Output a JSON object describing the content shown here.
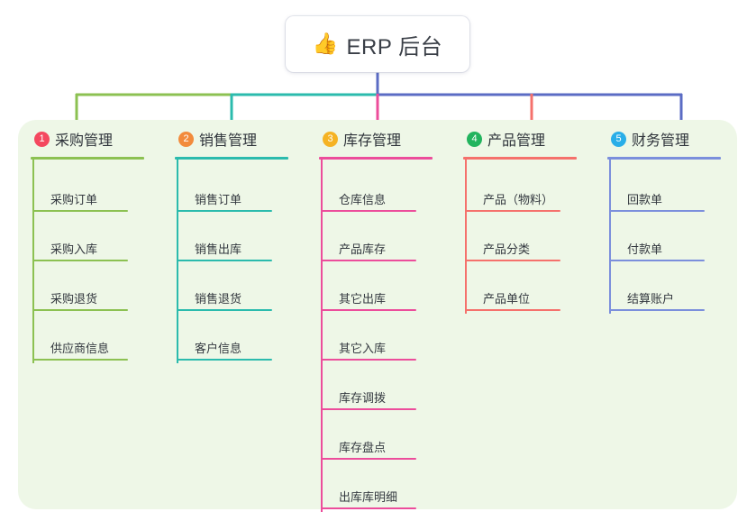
{
  "root": {
    "icon": "thumbs-up-icon",
    "emoji": "👍",
    "title": "ERP 后台"
  },
  "theme": {
    "panel_bg": "#eef7e7",
    "page_bg": "#ffffff",
    "root_line": "#5b6cc4",
    "text": "#33383f"
  },
  "columns": [
    {
      "number": "1",
      "title": "采购管理",
      "badge_color": "#f4485f",
      "line_color": "#8cc152",
      "items": [
        {
          "label": "采购订单"
        },
        {
          "label": "采购入库"
        },
        {
          "label": "采购退货"
        },
        {
          "label": "供应商信息"
        }
      ]
    },
    {
      "number": "2",
      "title": "销售管理",
      "badge_color": "#f28b3c",
      "line_color": "#2bbbad",
      "items": [
        {
          "label": "销售订单"
        },
        {
          "label": "销售出库"
        },
        {
          "label": "销售退货"
        },
        {
          "label": "客户信息"
        }
      ]
    },
    {
      "number": "3",
      "title": "库存管理",
      "badge_color": "#f5b324",
      "line_color": "#ec4d9b",
      "items": [
        {
          "label": "仓库信息"
        },
        {
          "label": "产品库存"
        },
        {
          "label": "其它出库"
        },
        {
          "label": "其它入库"
        },
        {
          "label": "库存调拨"
        },
        {
          "label": "库存盘点"
        },
        {
          "label": "出库库明细"
        }
      ]
    },
    {
      "number": "4",
      "title": "产品管理",
      "badge_color": "#22b45e",
      "line_color": "#f5716c",
      "items": [
        {
          "label": "产品（物料）"
        },
        {
          "label": "产品分类"
        },
        {
          "label": "产品单位"
        }
      ]
    },
    {
      "number": "5",
      "title": "财务管理",
      "badge_color": "#29aee8",
      "line_color": "#7b8fdc",
      "items": [
        {
          "label": "回款单"
        },
        {
          "label": "付款单"
        },
        {
          "label": "结算账户"
        }
      ]
    }
  ],
  "connectors": {
    "trunk_color": "#5b6cc4",
    "bar_segments": [
      {
        "from": "col1",
        "to": "col2",
        "color": "#8cc152"
      },
      {
        "from": "col2",
        "to": "col3",
        "color": "#2bbbad"
      },
      {
        "from": "col3",
        "to": "col5",
        "color": "#5b6cc4"
      }
    ]
  }
}
